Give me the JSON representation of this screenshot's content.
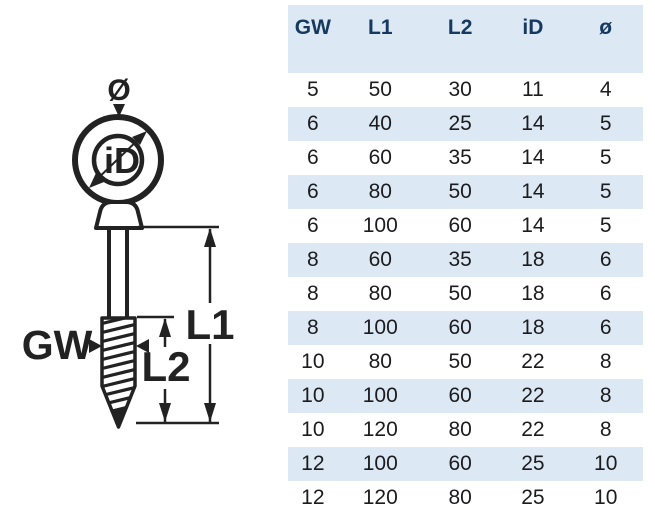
{
  "diagram": {
    "labels": {
      "diameter": "Ø",
      "inner_diameter": "iD",
      "thread_size": "GW",
      "length_total": "L1",
      "length_thread": "L2"
    }
  },
  "table": {
    "columns": [
      "GW",
      "L1",
      "L2",
      "iD",
      "ø"
    ],
    "rows": [
      [
        "5",
        "50",
        "30",
        "11",
        "4"
      ],
      [
        "6",
        "40",
        "25",
        "14",
        "5"
      ],
      [
        "6",
        "60",
        "35",
        "14",
        "5"
      ],
      [
        "6",
        "80",
        "50",
        "14",
        "5"
      ],
      [
        "6",
        "100",
        "60",
        "14",
        "5"
      ],
      [
        "8",
        "60",
        "35",
        "18",
        "6"
      ],
      [
        "8",
        "80",
        "50",
        "18",
        "6"
      ],
      [
        "8",
        "100",
        "60",
        "18",
        "6"
      ],
      [
        "10",
        "80",
        "50",
        "22",
        "8"
      ],
      [
        "10",
        "100",
        "60",
        "22",
        "8"
      ],
      [
        "10",
        "120",
        "80",
        "22",
        "8"
      ],
      [
        "12",
        "100",
        "60",
        "25",
        "10"
      ],
      [
        "12",
        "120",
        "80",
        "25",
        "10"
      ]
    ]
  },
  "colors": {
    "stripe": "#dce8f4",
    "header_text": "#16395f",
    "body_text": "#1c1c1e",
    "line_art": "#222222"
  }
}
